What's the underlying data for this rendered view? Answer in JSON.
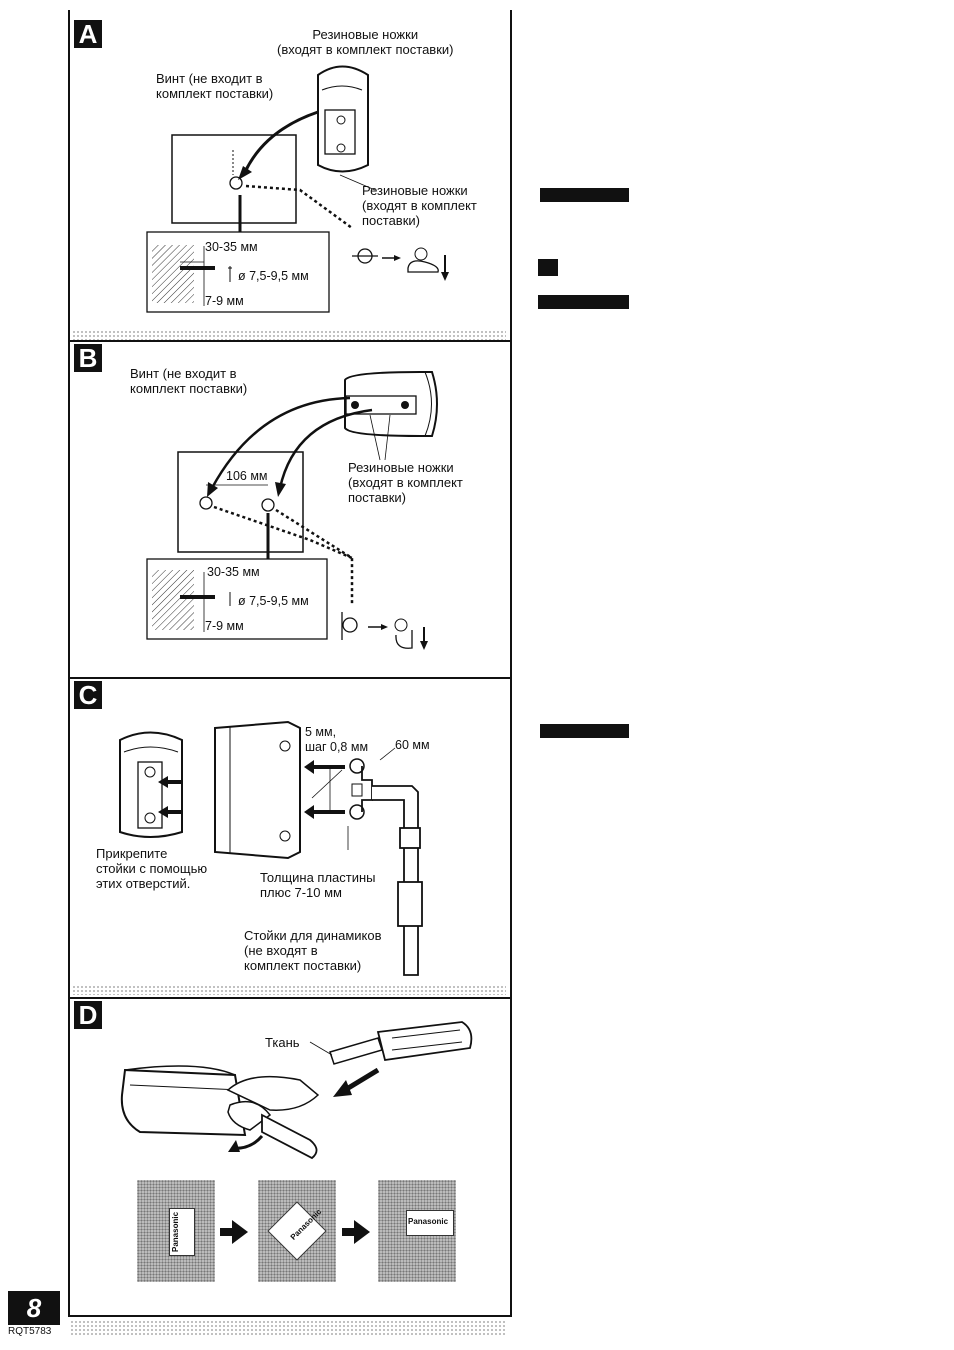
{
  "sections": {
    "a": {
      "letter": "A",
      "label_feet_top": "Резиновые ножки\n(входят в комплект поставки)",
      "label_screw": "Винт (не входит в\nкомплект поставки)",
      "label_feet_bottom": "Резиновые ножки\n(входят в комплект\nпоставки)",
      "dim_depth": "30-35 мм",
      "dim_diameter": "ø 7,5-9,5 мм",
      "dim_gap": "7-9 мм"
    },
    "b": {
      "letter": "B",
      "label_screw": "Винт (не входит в\nкомплект поставки)",
      "dim_spacing": "106 мм",
      "label_feet": "Резиновые ножки\n(входят в комплект\nпоставки)",
      "dim_depth": "30-35 мм",
      "dim_diameter": "ø 7,5-9,5 мм",
      "dim_gap": "7-9 мм"
    },
    "c": {
      "letter": "C",
      "label_thread": "5 мм,\nшаг 0,8 мм",
      "dim_60": "60 мм",
      "label_attach": "Прикрепите\nстойки с помощью\nэтих отверстий.",
      "label_plate": "Толщина пластины\nплюс 7-10 мм",
      "label_stands": "Стойки для динамиков\n(не входят в\nкомплект поставки)"
    },
    "d": {
      "letter": "D",
      "label_cloth": "Ткань",
      "logo_text": "Panasonic"
    }
  },
  "page": {
    "number": "8",
    "code": "RQT5783"
  }
}
